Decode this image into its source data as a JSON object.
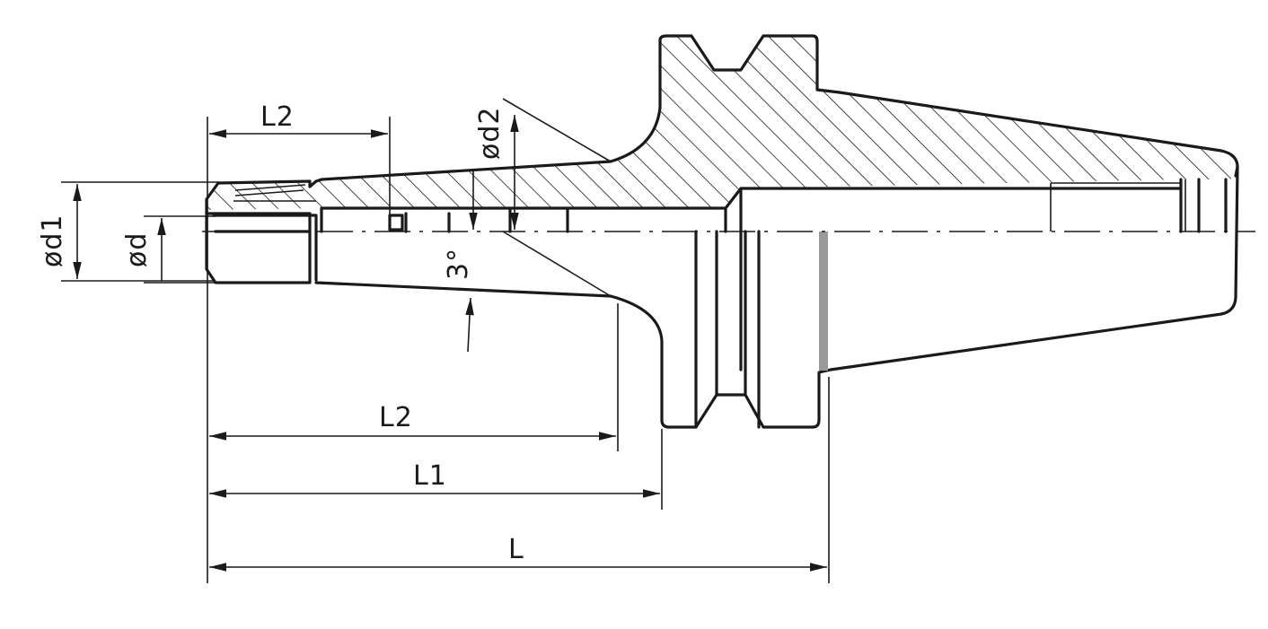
{
  "labels": {
    "l2_top": "L2",
    "d2": "ød2",
    "d1": "ød1",
    "d": "ød",
    "angle": "3°",
    "l2_bottom": "L2",
    "l1": "L1",
    "l": "L"
  },
  "colors": {
    "line": "#1a1a1a",
    "hatch": "#1a1a1a",
    "background": "#ffffff"
  }
}
